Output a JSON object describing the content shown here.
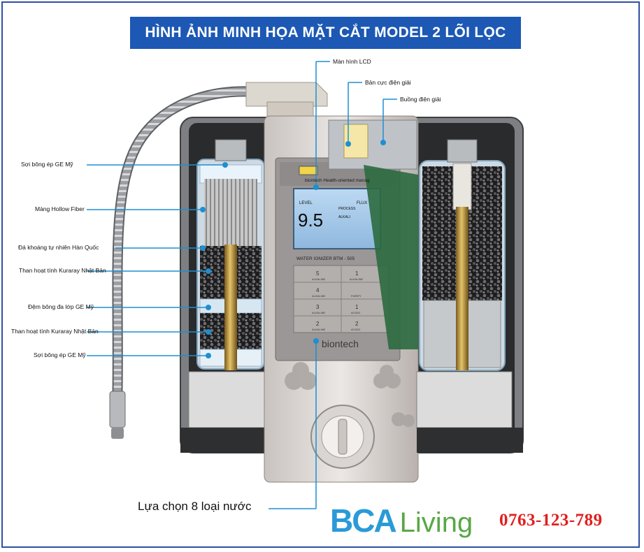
{
  "title": "HÌNH ẢNH MINH HỌA MẶT CẮT MODEL 2 LÕI LỌC",
  "callouts_top": [
    {
      "id": "lcd",
      "label": "Màn hình LCD"
    },
    {
      "id": "plate",
      "label": "Bản cực điện giải"
    },
    {
      "id": "chamber",
      "label": "Buồng điện giải"
    }
  ],
  "callouts_left": [
    {
      "label": "Sợi bông ép GE Mỹ"
    },
    {
      "label": "Màng Hollow Fiber"
    },
    {
      "label": "Đá khoáng tự nhiên Hàn Quốc"
    },
    {
      "label": "Than hoạt tính Kuraray Nhật Bản"
    },
    {
      "label": "Đệm bông đa lớp GE Mỹ"
    },
    {
      "label": "Than hoạt tính Kuraray Nhật Bản"
    },
    {
      "label": "Sợi bông ép GE Mỹ"
    }
  ],
  "bottom_callout": "Lựa chọn 8 loại nước",
  "device": {
    "panel_header": "biontech Health-oriented manag",
    "lcd_value": "9.5",
    "lcd_level": "LEVEL",
    "lcd_flux": "FLUX",
    "lcd_tags": [
      "PROCESS",
      "ALKALI"
    ],
    "model": "WATER IONIZER  BTM - 505",
    "buttons": [
      {
        "num": "5",
        "sub": "ALKALINE"
      },
      {
        "num": "1",
        "sub": "ALKALINE"
      },
      {
        "num": "4",
        "sub": "ALKALINE"
      },
      {
        "num": "",
        "sub": "PURIFY"
      },
      {
        "num": "3",
        "sub": "ALKALINE"
      },
      {
        "num": "1",
        "sub": "ACIDIC"
      },
      {
        "num": "2",
        "sub": "ALKALINE"
      },
      {
        "num": "2",
        "sub": "ACIDIC"
      }
    ],
    "brand": "biontech"
  },
  "logo": {
    "bca": "BCA",
    "living": "Living"
  },
  "phone": "0763-123-789",
  "colors": {
    "banner": "#1c58b4",
    "callout_line": "#1e8fd0",
    "phone": "#e11f1f",
    "logo_green": "#58a845",
    "logo_blue": "#2a9ad8"
  }
}
